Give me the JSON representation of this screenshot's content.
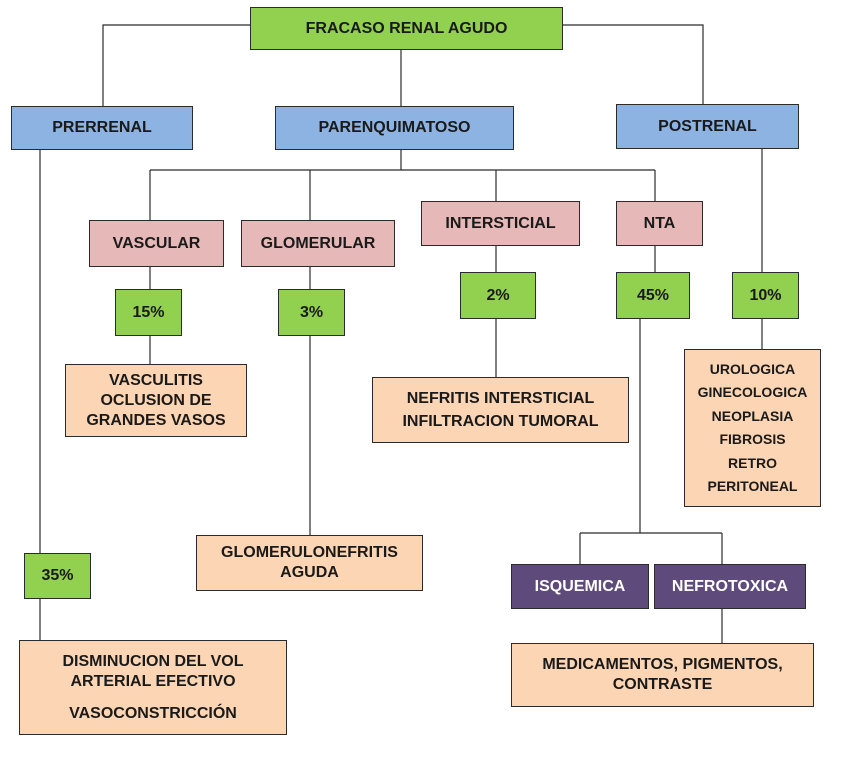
{
  "root": "FRACASO RENAL AGUDO",
  "categories": {
    "prerrenal": "PRERRENAL",
    "parenquimatoso": "PARENQUIMATOSO",
    "postrenal": "POSTRENAL"
  },
  "subtypes": {
    "vascular": "VASCULAR",
    "glomerular": "GLOMERULAR",
    "intersticial": "INTERSTICIAL",
    "nta": "NTA"
  },
  "percentages": {
    "vascular": "15%",
    "glomerular": "3%",
    "intersticial": "2%",
    "nta": "45%",
    "postrenal": "10%",
    "prerrenal": "35%"
  },
  "causes": {
    "vascular": [
      "VASCULITIS",
      "OCLUSION DE",
      "GRANDES VASOS"
    ],
    "glomerular": [
      "GLOMERULONEFRITIS",
      "AGUDA"
    ],
    "intersticial": [
      "NEFRITIS INTERSTICIAL",
      "INFILTRACION TUMORAL"
    ],
    "postrenal": [
      "UROLOGICA",
      "GINECOLOGICA",
      "NEOPLASIA",
      "FIBROSIS",
      "RETRO",
      "PERITONEAL"
    ],
    "prerrenal": [
      "DISMINUCION DEL VOL",
      "ARTERIAL EFECTIVO",
      "VASOCONSTRICCIÓN"
    ],
    "nta": [
      "MEDICAMENTOS, PIGMENTOS,",
      "CONTRASTE"
    ]
  },
  "nta_types": {
    "isquemica": "ISQUEMICA",
    "nefrotoxica": "NEFROTOXICA"
  },
  "colors": {
    "green": "#92d050",
    "blue": "#8db3e2",
    "pink": "#e6b9b8",
    "peach": "#fcd5b4",
    "purple": "#5f4b7b",
    "line": "#2b2b2b"
  }
}
